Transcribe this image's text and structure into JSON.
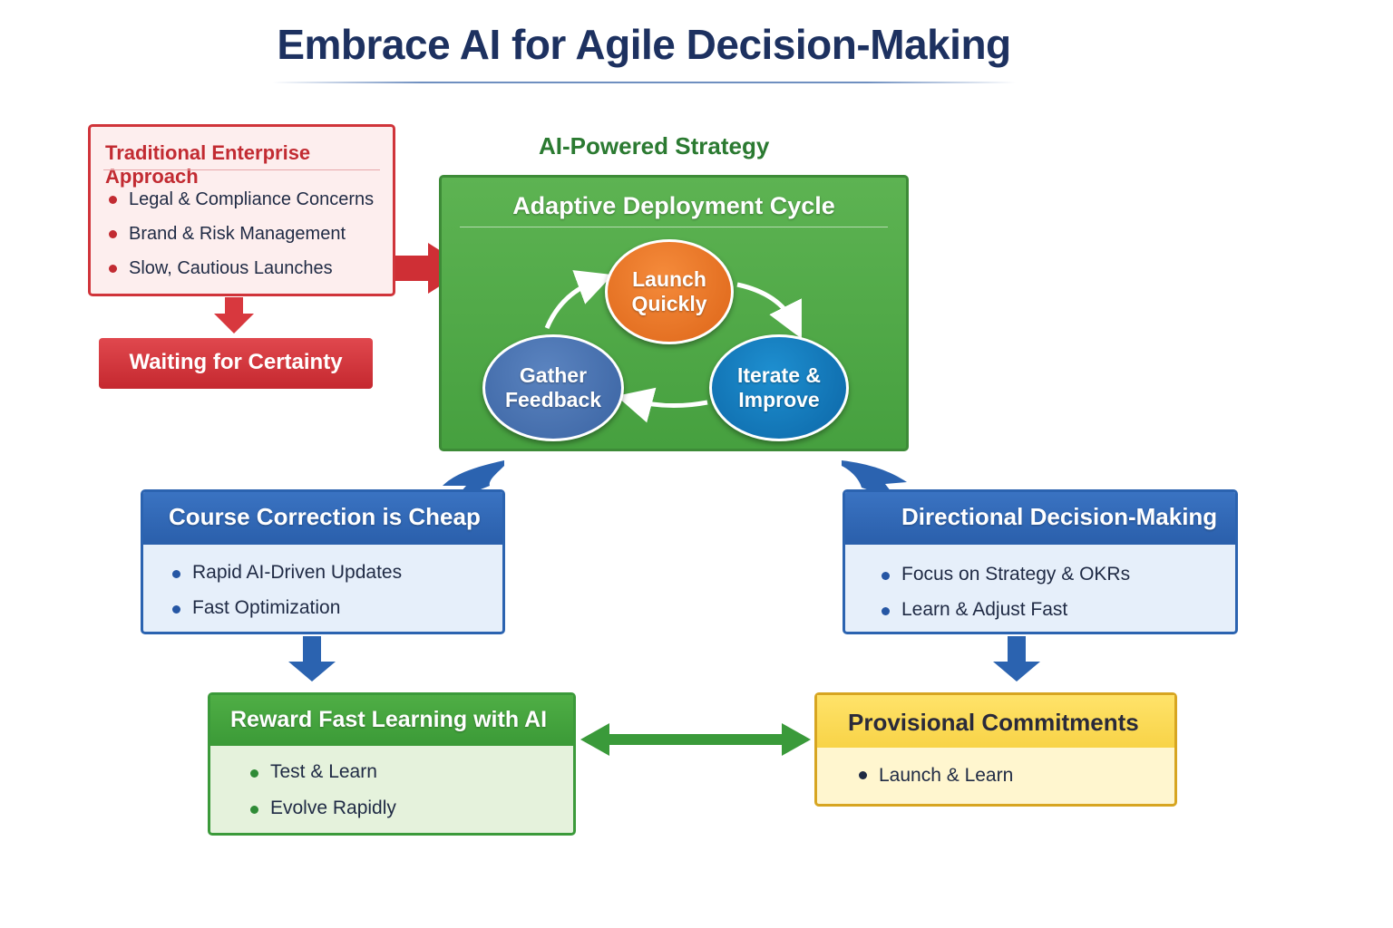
{
  "title": "Embrace AI for Agile Decision-Making",
  "traditional": {
    "heading": "Traditional Enterprise Approach",
    "items": [
      "Legal & Compliance Concerns",
      "Brand & Risk Management",
      "Slow, Cautious Launches"
    ],
    "outcome": "Waiting for Certainty"
  },
  "ai_strategy": {
    "label": "AI-Powered Strategy",
    "cycle": {
      "heading": "Adaptive Deployment Cycle",
      "nodes": {
        "launch": "Launch Quickly",
        "iterate": "Iterate & Improve",
        "gather": "Gather Feedback"
      }
    }
  },
  "course_correction": {
    "heading": "Course Correction is Cheap",
    "items": [
      "Rapid AI-Driven Updates",
      "Fast Optimization"
    ]
  },
  "directional": {
    "heading": "Directional Decision-Making",
    "items": [
      "Focus on Strategy & OKRs",
      "Learn & Adjust Fast"
    ]
  },
  "reward": {
    "heading": "Reward Fast Learning with AI",
    "items": [
      "Test & Learn",
      "Evolve Rapidly"
    ]
  },
  "provisional": {
    "heading": "Provisional Commitments",
    "items": [
      "Launch & Learn"
    ]
  },
  "colors": {
    "title": "#1d3160",
    "red": "#d0343a",
    "green": "#46a03f",
    "blue": "#2b63b0",
    "orange": "#dd6518",
    "yellow": "#f8d347"
  }
}
